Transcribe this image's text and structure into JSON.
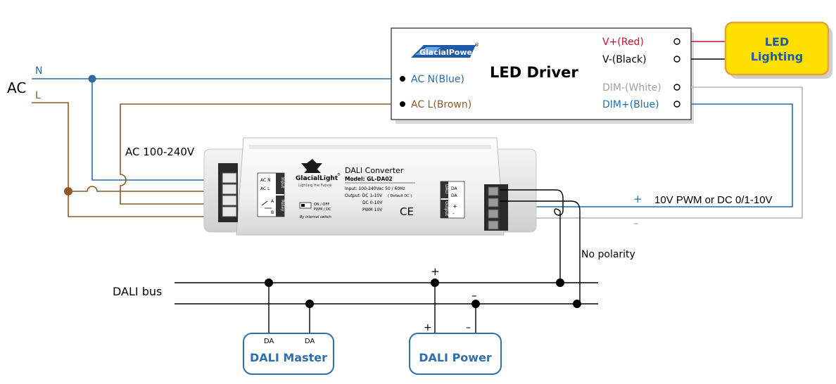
{
  "colors": {
    "neutral": "#2a6aa6",
    "line": "#8b5a2b",
    "red": "#c8102e",
    "black": "#000000",
    "white_wire": "#b5b5b5",
    "blue_wire": "#1f6fb0",
    "dali_box": "#2e6fae",
    "led_fill": "#ffe000",
    "led_border": "#e8a23a"
  },
  "ac": {
    "label": "AC",
    "n_label": "N",
    "l_label": "L"
  },
  "driver": {
    "brand": "GlacialPower",
    "trademark": "®",
    "title": "LED Driver",
    "in_n": "AC N(Blue)",
    "in_l": "AC L(Brown)",
    "out_vplus": "V+(Red)",
    "out_vminus": "V-(Black)",
    "out_dimminus": "DIM-(White)",
    "out_dimplus": "DIM+(Blue)"
  },
  "led": {
    "line1": "LED",
    "line2": "Lighting"
  },
  "converter": {
    "ac_range": "AC 100-240V",
    "brand": "GlacialLight",
    "trademark": "®",
    "brand_tagline": "Lighting the Future",
    "title": "DALI Converter",
    "model": "Model: GL-DA02",
    "spec_input": "Input: 100-240Vac  50 / 60Hz",
    "spec_output": "Output: DC 1-10V",
    "spec_output_note": "( Default DC )",
    "spec_dc": "DC 0-10V",
    "spec_pwm": "PWM 10V",
    "ce_mark": "CE",
    "switch_on": "ON / OFF",
    "switch_mode": "PWM / DC",
    "switch_note": "By internal switch",
    "left_acn": "AC N",
    "left_acl": "AC L",
    "left_input_tag": "Input",
    "left_relay_tag": "Relay",
    "left_relay_a": "A",
    "left_relay_b": "B",
    "right_dali_tag": "DALI",
    "right_output_tag": "Output",
    "right_da1": "DA",
    "right_da2": "DA",
    "right_plus": "+",
    "right_minus": "-"
  },
  "output": {
    "plus": "+",
    "minus": "–",
    "label": "10V PWM or DC 0/1-10V"
  },
  "no_polarity": "No polarity",
  "dali_bus": "DALI bus",
  "dali_master": {
    "label": "DALI Master",
    "da1": "DA",
    "da2": "DA"
  },
  "dali_power": {
    "label": "DALI Power",
    "plus": "+",
    "minus": "–",
    "plus_top": "+",
    "minus_top": "–"
  }
}
